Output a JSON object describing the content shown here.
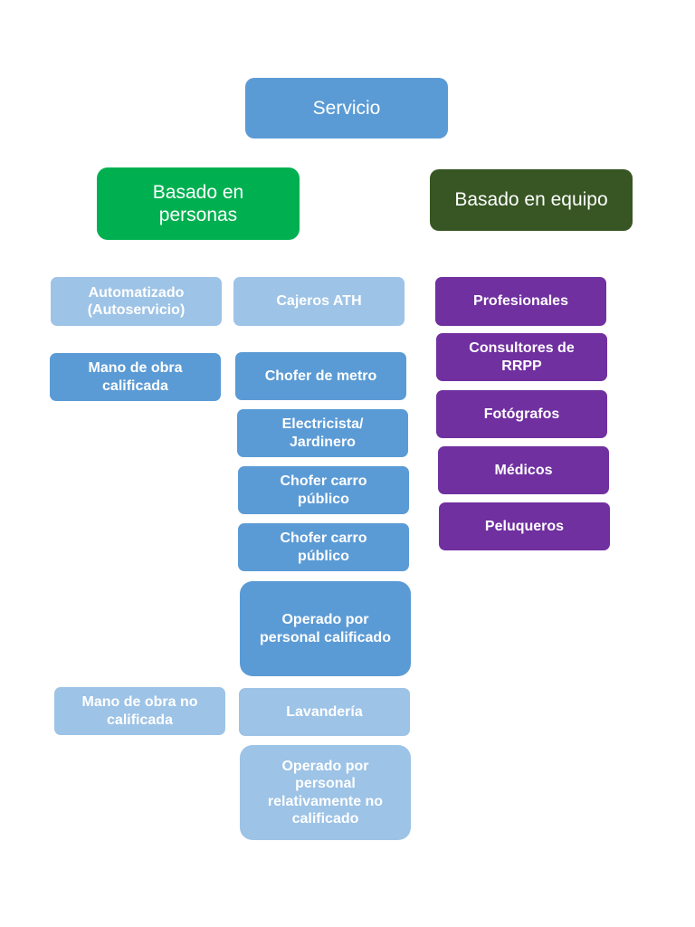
{
  "root": {
    "label": "Servicio",
    "color": "#5b9bd5"
  },
  "categories": {
    "people": {
      "label": "Basado en\npersonas",
      "color": "#00b050"
    },
    "equipment": {
      "label": "Basado en equipo",
      "color": "#375623"
    }
  },
  "people_levels": [
    {
      "label": "Automatizado\n(Autoservicio)",
      "color": "#9dc3e6"
    },
    {
      "label": "Mano de obra\ncalificada",
      "color": "#5b9bd5"
    },
    {
      "label": "Mano de obra no\ncalificada",
      "color": "#9dc3e6"
    }
  ],
  "people_examples": [
    "Cajeros ATH",
    "Chofer de metro",
    "Electricista/\nJardinero",
    "Chofer carro\npúblico",
    "Chofer carro\npúblico",
    "Operado por\npersonal calificado",
    "Lavandería",
    "Operado por\npersonal\nrelativamente no\ncalificado"
  ],
  "equipment_examples": [
    "Profesionales",
    "Consultores de\nRRPP",
    "Fotógrafos",
    "Médicos",
    "Peluqueros"
  ],
  "colors": {
    "light_blue": "#9dc3e6",
    "mid_blue": "#5b9bd5",
    "purple": "#7030a0"
  }
}
